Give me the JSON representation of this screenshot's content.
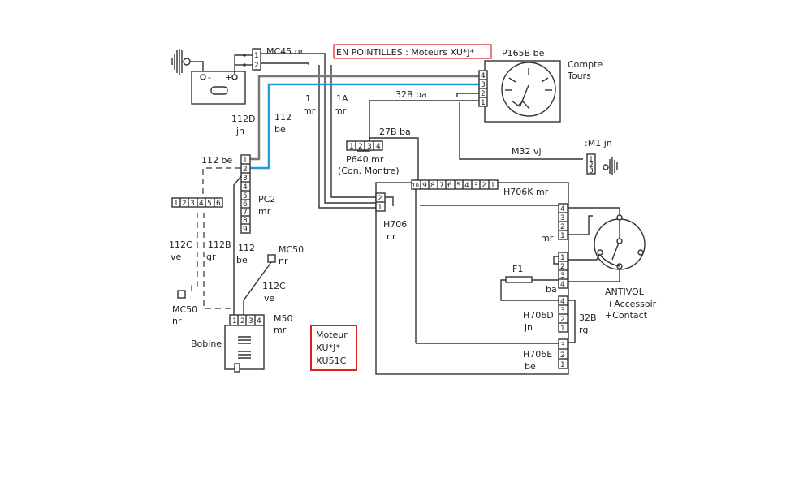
{
  "title_note": "EN POINTILLES : Moteurs XU*J*",
  "engine_note": [
    "Moteur",
    "XU*J*",
    "XU51C"
  ],
  "colors": {
    "highlight_blue": "#1f9be0",
    "highlight_gray": "#777777",
    "note_border": "#e02020"
  },
  "components": {
    "battery": {
      "minus": "-",
      "plus": "+"
    },
    "mc45": {
      "label": "MC45 nr",
      "pins": [
        "1",
        "2"
      ]
    },
    "tachometer": {
      "connector": "P165B be",
      "name_line1": "Compte",
      "name_line2": "Tours",
      "pins": [
        "4",
        "3",
        "2",
        "1"
      ]
    },
    "ground_m1": {
      "label": ":M1 jn",
      "pins": [
        "1",
        "2",
        "3"
      ]
    },
    "p640": {
      "label": "P640 mr",
      "sublabel": "(Con. Montre)",
      "pins": [
        "1",
        "2",
        "3",
        "4"
      ]
    },
    "pc2": {
      "label_line1": "PC2",
      "label_line2": "mr",
      "pins": [
        "1",
        "2",
        "3",
        "4",
        "5",
        "6",
        "7",
        "8",
        "9"
      ]
    },
    "six_pin": {
      "pins": [
        "1",
        "2",
        "3",
        "4",
        "5",
        "6"
      ]
    },
    "h706k": {
      "label": "H706K mr",
      "pins": [
        "10",
        "9",
        "8",
        "7",
        "6",
        "5",
        "4",
        "3",
        "2",
        "1"
      ]
    },
    "h706": {
      "label_line1": "H706",
      "label_line2": "nr",
      "pins": [
        "2",
        "1"
      ]
    },
    "antivol_conn_top": {
      "label": "mr",
      "pins": [
        "4",
        "3",
        "2",
        "1"
      ]
    },
    "antivol_conn_mid": {
      "pins": [
        "1",
        "2",
        "3",
        "4"
      ]
    },
    "antivol": {
      "line1": "ANTIVOL",
      "line2": "+Accessoir",
      "line3": "+Contact"
    },
    "fuse": {
      "label": "F1",
      "wire": "ba"
    },
    "h706d": {
      "label_line1": "H706D",
      "label_line2": "jn",
      "pins": [
        "4",
        "3",
        "2",
        "1"
      ]
    },
    "h706e": {
      "label_line1": "H706E",
      "label_line2": "be",
      "pins": [
        "3",
        "2",
        "1"
      ]
    },
    "m50": {
      "label_line1": "M50",
      "label_line2": "mr",
      "pins": [
        "1",
        "2",
        "3",
        "4"
      ]
    },
    "bobine": {
      "label": "Bobine"
    },
    "mc50_right": {
      "label_line1": "MC50",
      "label_line2": "nr"
    },
    "mc50_left": {
      "label_line1": "MC50",
      "label_line2": "nr"
    }
  },
  "wires": {
    "w112d": {
      "line1": "112D",
      "line2": "jn"
    },
    "w112": {
      "line1": "112",
      "line2": "be"
    },
    "w1": {
      "line1": "1",
      "line2": "mr"
    },
    "w1a": {
      "line1": "1A",
      "line2": "mr"
    },
    "w32b_ba": "32B ba",
    "w27b_ba": "27B ba",
    "w112_be": "112 be",
    "m32": "M32 vj",
    "w112c_left": {
      "line1": "112C",
      "line2": "ve"
    },
    "w112b": {
      "line1": "112B",
      "line2": "gr"
    },
    "w112_low": {
      "line1": "112",
      "line2": "be"
    },
    "w112c_right": {
      "line1": "112C",
      "line2": "ve"
    },
    "w32b_rg": {
      "line1": "32B",
      "line2": "rg"
    }
  }
}
